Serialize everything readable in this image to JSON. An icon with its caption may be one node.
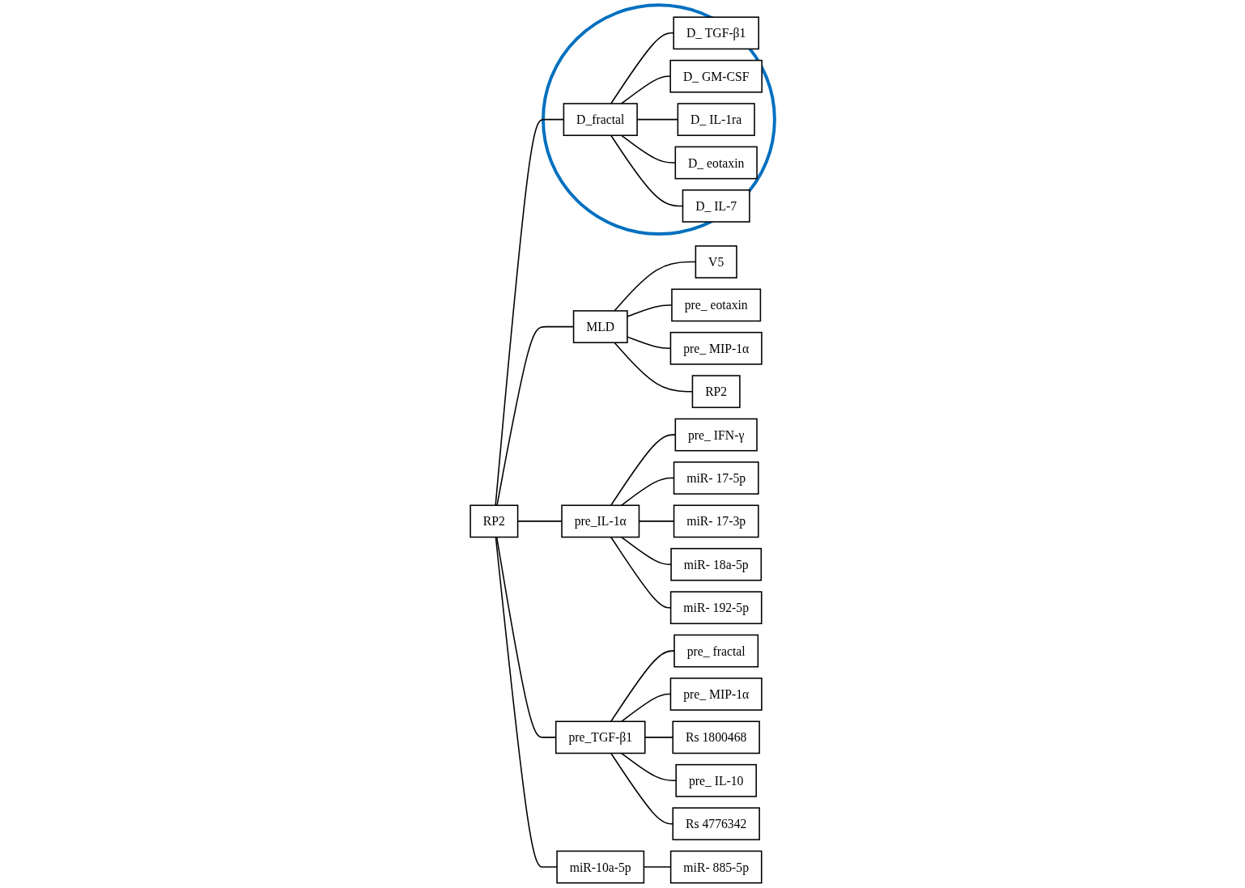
{
  "diagram": {
    "nodes": [
      {
        "text": [
          "RP2"
        ]
      },
      {
        "text": [
          "MLD"
        ]
      },
      {
        "text": [
          "V5"
        ]
      },
      {
        "text": [
          "pre_ eotaxin"
        ]
      },
      {
        "text": [
          "pre_ MIP-1α"
        ]
      },
      {
        "text": [
          "RP2"
        ]
      },
      {
        "text": [
          "pre_IL-1α"
        ]
      },
      {
        "text": [
          "pre_ IFN-γ"
        ]
      },
      {
        "text": [
          "miR- 17-5p"
        ]
      },
      {
        "text": [
          "miR- 17-3p"
        ]
      },
      {
        "text": [
          "miR- 18a-5p"
        ]
      },
      {
        "text": [
          "miR- 192-5p"
        ]
      },
      {
        "text": [
          "pre_TGF-β1"
        ]
      },
      {
        "text": [
          "pre_ fractal"
        ]
      },
      {
        "text": [
          "pre_ MIP-1α"
        ]
      },
      {
        "text": [
          "Rs 1800468"
        ]
      },
      {
        "text": [
          "pre_ IL-10"
        ]
      },
      {
        "text": [
          "Rs 4776342"
        ]
      },
      {
        "text": [
          "miR-10a-5p"
        ]
      },
      {
        "text": [
          "miR- 885-5p"
        ]
      },
      {
        "text": [],
        "shape": "ellipse"
      },
      {
        "text": [
          "D_fractal"
        ],
        "in": 20
      },
      {
        "text": [
          "D_ TGF-β1"
        ],
        "in": 20
      },
      {
        "text": [
          "D_ GM-CSF"
        ],
        "in": 20
      },
      {
        "text": [
          "D_ IL-1ra"
        ],
        "in": 20
      },
      {
        "text": [
          "D_ eotaxin"
        ],
        "in": 20
      },
      {
        "text": [
          "D_ IL-7"
        ],
        "in": 20
      }
    ],
    "edges": [
      {
        "from": 0,
        "to": 1,
        "arrow": "none"
      },
      {
        "from": 0,
        "to": 6,
        "arrow": "none"
      },
      {
        "from": 0,
        "to": 12,
        "arrow": "none"
      },
      {
        "from": 0,
        "to": 18,
        "arrow": "none"
      },
      {
        "from": 0,
        "to": 21,
        "arrow": "none"
      },
      {
        "from": 1,
        "to": 2,
        "arrow": "none"
      },
      {
        "from": 1,
        "to": 3,
        "arrow": "none"
      },
      {
        "from": 1,
        "to": 4,
        "arrow": "none"
      },
      {
        "from": 1,
        "to": 5,
        "arrow": "none"
      },
      {
        "from": 6,
        "to": 7,
        "arrow": "none"
      },
      {
        "from": 6,
        "to": 8,
        "arrow": "none"
      },
      {
        "from": 6,
        "to": 9,
        "arrow": "none"
      },
      {
        "from": 6,
        "to": 10,
        "arrow": "none"
      },
      {
        "from": 6,
        "to": 11,
        "arrow": "none"
      },
      {
        "from": 12,
        "to": 13,
        "arrow": "none"
      },
      {
        "from": 12,
        "to": 14,
        "arrow": "none"
      },
      {
        "from": 12,
        "to": 15,
        "arrow": "none"
      },
      {
        "from": 12,
        "to": 16,
        "arrow": "none"
      },
      {
        "from": 12,
        "to": 17,
        "arrow": "none"
      },
      {
        "from": 18,
        "to": 19,
        "arrow": "none"
      },
      {
        "from": 21,
        "to": 22,
        "arrow": "none"
      },
      {
        "from": 21,
        "to": 23,
        "arrow": "none"
      },
      {
        "from": 21,
        "to": 24,
        "arrow": "none"
      },
      {
        "from": 21,
        "to": 25,
        "arrow": "none"
      },
      {
        "from": 21,
        "to": 26,
        "arrow": "none"
      }
    ]
  }
}
